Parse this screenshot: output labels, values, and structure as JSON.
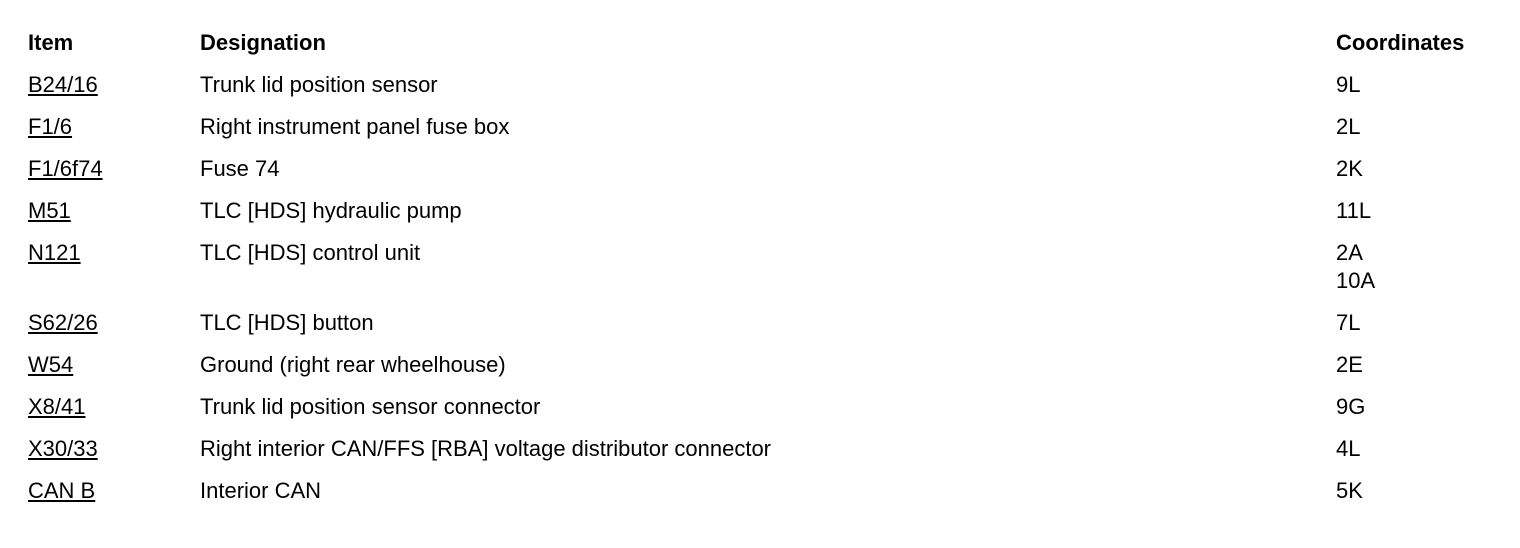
{
  "table": {
    "headers": {
      "item": "Item",
      "designation": "Designation",
      "coordinates": "Coordinates"
    },
    "rows": [
      {
        "item": "B24/16",
        "designation": "Trunk lid position sensor",
        "coordinates": [
          "9L"
        ]
      },
      {
        "item": "F1/6",
        "designation": "Right instrument panel fuse box",
        "coordinates": [
          "2L"
        ]
      },
      {
        "item": "F1/6f74",
        "designation": "Fuse 74",
        "coordinates": [
          "2K"
        ]
      },
      {
        "item": "M51",
        "designation": "TLC [HDS] hydraulic pump",
        "coordinates": [
          "11L"
        ]
      },
      {
        "item": "N121",
        "designation": "TLC [HDS] control unit",
        "coordinates": [
          "2A",
          "10A"
        ]
      },
      {
        "item": "S62/26",
        "designation": "TLC [HDS] button",
        "coordinates": [
          "7L"
        ]
      },
      {
        "item": "W54",
        "designation": "Ground (right rear wheelhouse)",
        "coordinates": [
          "2E"
        ]
      },
      {
        "item": "X8/41",
        "designation": "Trunk lid position sensor connector",
        "coordinates": [
          "9G"
        ]
      },
      {
        "item": "X30/33",
        "designation": "Right interior CAN/FFS [RBA] voltage distributor connector",
        "coordinates": [
          "4L"
        ]
      },
      {
        "item": "CAN B",
        "designation": "Interior CAN",
        "coordinates": [
          "5K"
        ]
      }
    ]
  }
}
